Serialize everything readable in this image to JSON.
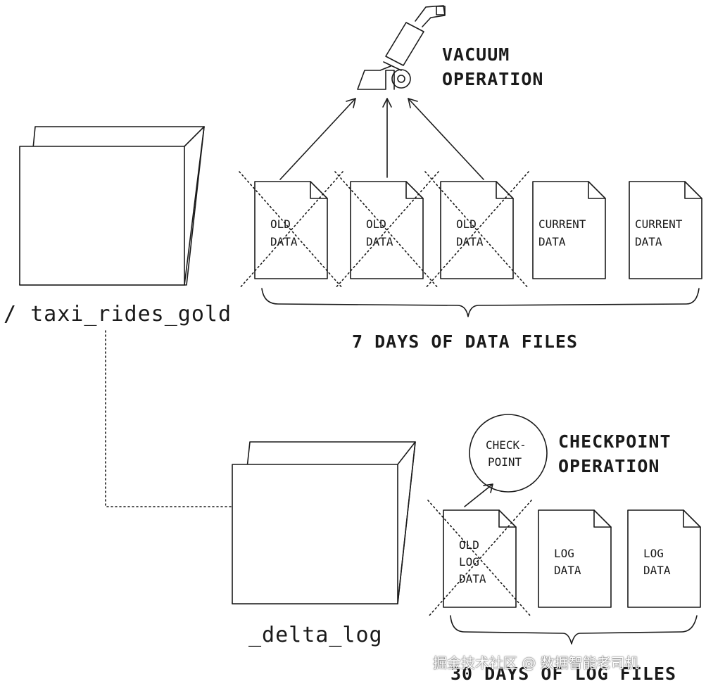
{
  "table_folder": {
    "label": "/ taxi_rides_gold"
  },
  "log_folder": {
    "label": "_delta_log"
  },
  "vacuum": {
    "label_line1": "VACUUM",
    "label_line2": "OPERATION",
    "icon": "vacuum-cleaner-icon"
  },
  "data_files": [
    {
      "line1": "OLD",
      "line2": "DATA",
      "crossed": true
    },
    {
      "line1": "OLD",
      "line2": "DATA",
      "crossed": true
    },
    {
      "line1": "OLD",
      "line2": "DATA",
      "crossed": true
    },
    {
      "line1": "CURRENT",
      "line2": "DATA",
      "crossed": false
    },
    {
      "line1": "CURRENT",
      "line2": "DATA",
      "crossed": false
    }
  ],
  "data_files_caption": "7 DAYS OF DATA FILES",
  "checkpoint": {
    "circle_line1": "CHECK-",
    "circle_line2": "POINT",
    "label_line1": "CHECKPOINT",
    "label_line2": "OPERATION"
  },
  "log_files": [
    {
      "line1": "OLD",
      "line2": "LOG",
      "line3": "DATA",
      "crossed": true
    },
    {
      "line1": "LOG",
      "line2": "DATA",
      "line3": "",
      "crossed": false
    },
    {
      "line1": "LOG",
      "line2": "DATA",
      "line3": "",
      "crossed": false
    }
  ],
  "log_files_caption": "30 DAYS OF LOG FILES",
  "watermark": "掘金技术社区 @ 数据智能老司机"
}
